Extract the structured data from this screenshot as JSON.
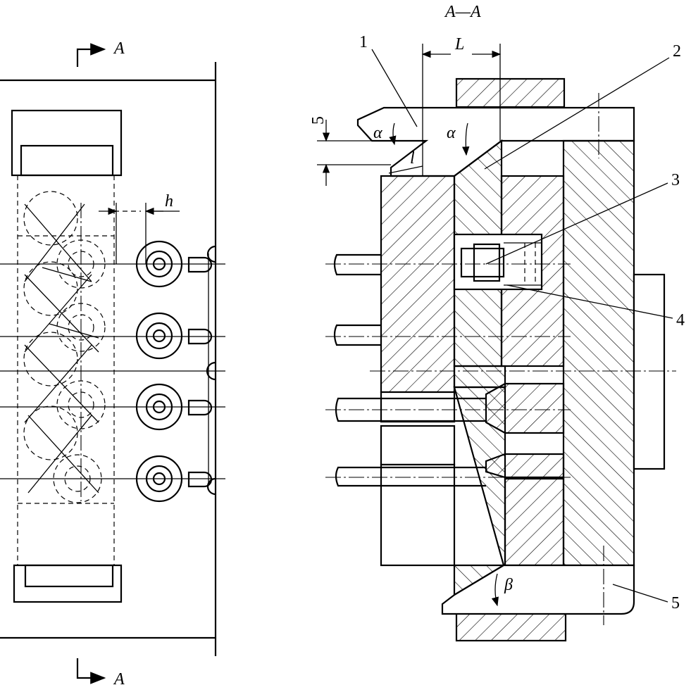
{
  "section_view": {
    "title": "A—A",
    "section_marker_top": "A",
    "section_marker_bottom": "A"
  },
  "dimensions": {
    "L": "L",
    "l": "l",
    "h": "h",
    "five": "5",
    "alpha_left": "α",
    "alpha_right": "α",
    "beta": "β"
  },
  "part_labels": [
    "1",
    "2",
    "3",
    "4",
    "5"
  ]
}
